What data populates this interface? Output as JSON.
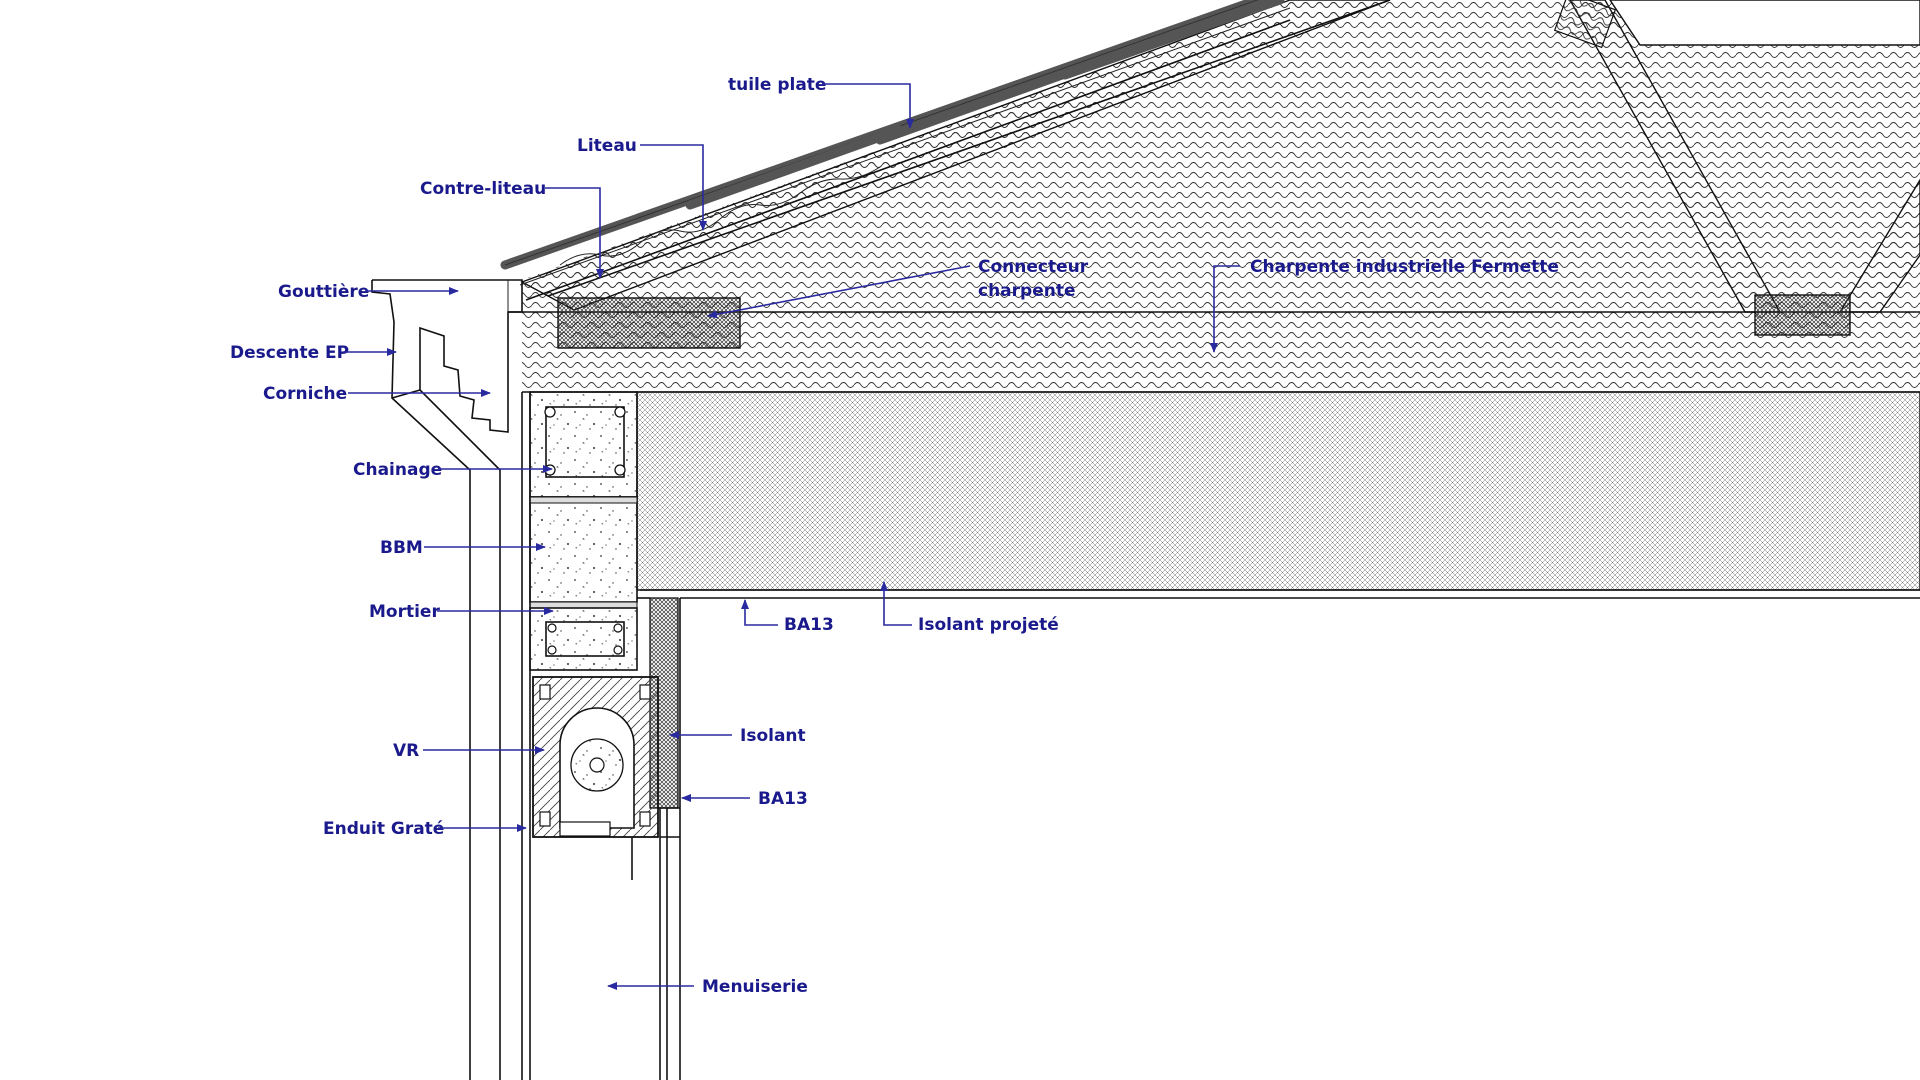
{
  "labels": {
    "tuile_plate": "tuile plate",
    "liteau": "Liteau",
    "contre_liteau": "Contre-liteau",
    "gouttiere": "Gouttière",
    "descente_ep": "Descente EP",
    "corniche": "Corniche",
    "connecteur_1": "Connecteur",
    "connecteur_2": "charpente",
    "charpente": "Charpente industrielle Fermette",
    "chainage": "Chainage",
    "bbm": "BBM",
    "mortier": "Mortier",
    "ba13_ceiling": "BA13",
    "isolant_projete": "Isolant projeté",
    "isolant": "Isolant",
    "vr": "VR",
    "ba13_wall": "BA13",
    "enduit_grate": "Enduit Graté",
    "menuiserie": "Menuiserie"
  },
  "colors": {
    "label": "#1a1a8c",
    "leader": "#2a2aa0",
    "line": "#111111",
    "tile": "#555555"
  }
}
